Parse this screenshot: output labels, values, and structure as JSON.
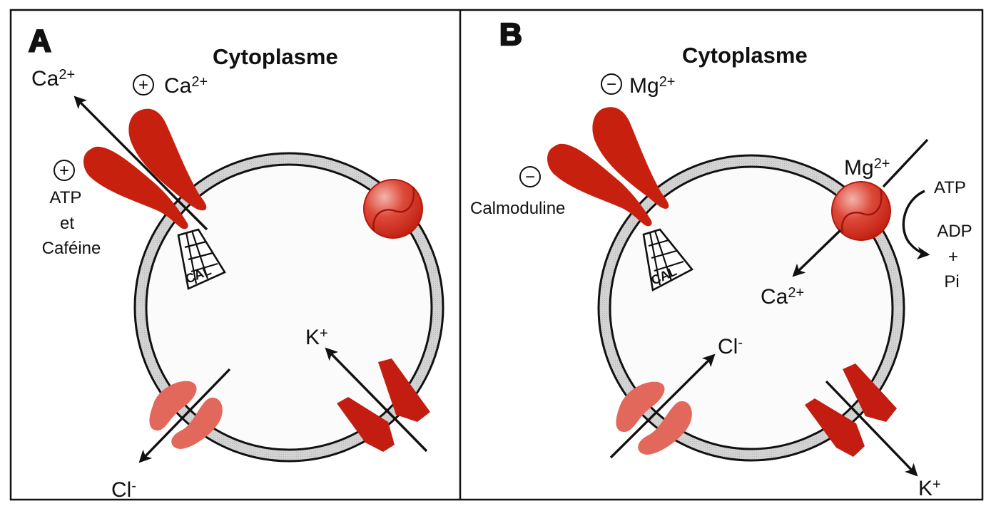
{
  "figure": {
    "colors": {
      "protein_red": "#c8200f",
      "protein_red_light": "#e46a5e",
      "membrane_gray": "#d6d6d6",
      "outline": "#111111",
      "background": "#ffffff"
    },
    "panels": [
      {
        "id": "A",
        "label": "A",
        "compartment_title": "Cytoplasme",
        "ryanodine_receptor": {
          "released_ion": {
            "base": "Ca",
            "charge": "2+"
          },
          "activators": [
            {
              "sign": "+",
              "base": "Ca",
              "charge": "2+"
            },
            {
              "sign": "+",
              "lines": [
                "ATP",
                "et",
                "Caféine"
              ]
            }
          ],
          "associated_protein": "CAL"
        },
        "pump": {
          "state": "inactive"
        },
        "potassium_channel": {
          "ion": {
            "base": "K",
            "charge": "+"
          },
          "direction": "into-cytoplasm"
        },
        "chloride_channel": {
          "ion": {
            "base": "Cl",
            "charge": "-"
          },
          "direction": "out-of-cytoplasm"
        }
      },
      {
        "id": "B",
        "label": "B",
        "compartment_title": "Cytoplasme",
        "ryanodine_receptor": {
          "inhibitors": [
            {
              "sign": "−",
              "base": "Mg",
              "charge": "2+"
            },
            {
              "sign": "−",
              "lines": [
                "Calmoduline"
              ]
            }
          ],
          "associated_protein": "CAL"
        },
        "pump": {
          "state": "active",
          "cofactor": {
            "base": "Mg",
            "charge": "2+"
          },
          "transported_ion": {
            "base": "Ca",
            "charge": "2+"
          },
          "substrate": "ATP",
          "products": [
            "ADP",
            "+",
            "Pi"
          ]
        },
        "chloride_channel": {
          "ion": {
            "base": "Cl",
            "charge": "-"
          },
          "direction": "into-lumen"
        },
        "potassium_channel": {
          "ion": {
            "base": "K",
            "charge": "+"
          },
          "direction": "out-of-lumen"
        }
      }
    ]
  }
}
